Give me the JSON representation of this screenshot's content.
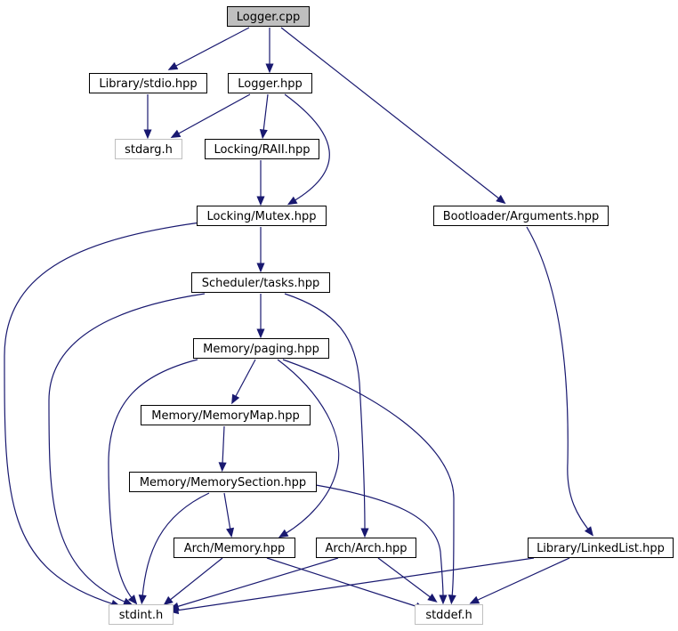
{
  "colors": {
    "edge": "#191970",
    "node_border": "#000000",
    "external_border": "#bfbfbf",
    "root_fill": "#bfbfbf",
    "node_fill": "#ffffff"
  },
  "nodes": [
    {
      "id": "logger_cpp",
      "label": "Logger.cpp",
      "kind": "root"
    },
    {
      "id": "library_stdio",
      "label": "Library/stdio.hpp",
      "kind": "file"
    },
    {
      "id": "logger_hpp",
      "label": "Logger.hpp",
      "kind": "file"
    },
    {
      "id": "stdarg",
      "label": "stdarg.h",
      "kind": "external"
    },
    {
      "id": "locking_raii",
      "label": "Locking/RAII.hpp",
      "kind": "file"
    },
    {
      "id": "locking_mutex",
      "label": "Locking/Mutex.hpp",
      "kind": "file"
    },
    {
      "id": "bootloader_args",
      "label": "Bootloader/Arguments.hpp",
      "kind": "file"
    },
    {
      "id": "scheduler_tasks",
      "label": "Scheduler/tasks.hpp",
      "kind": "file"
    },
    {
      "id": "memory_paging",
      "label": "Memory/paging.hpp",
      "kind": "file"
    },
    {
      "id": "memory_memorymap",
      "label": "Memory/MemoryMap.hpp",
      "kind": "file"
    },
    {
      "id": "memory_memorysection",
      "label": "Memory/MemorySection.hpp",
      "kind": "file"
    },
    {
      "id": "arch_memory",
      "label": "Arch/Memory.hpp",
      "kind": "file"
    },
    {
      "id": "arch_arch",
      "label": "Arch/Arch.hpp",
      "kind": "file"
    },
    {
      "id": "library_linkedlist",
      "label": "Library/LinkedList.hpp",
      "kind": "file"
    },
    {
      "id": "stdint",
      "label": "stdint.h",
      "kind": "external"
    },
    {
      "id": "stddef",
      "label": "stddef.h",
      "kind": "external"
    }
  ],
  "edges": [
    {
      "from": "logger_cpp",
      "to": "library_stdio"
    },
    {
      "from": "logger_cpp",
      "to": "logger_hpp"
    },
    {
      "from": "logger_cpp",
      "to": "bootloader_args"
    },
    {
      "from": "library_stdio",
      "to": "stdarg"
    },
    {
      "from": "logger_hpp",
      "to": "stdarg"
    },
    {
      "from": "logger_hpp",
      "to": "locking_raii"
    },
    {
      "from": "logger_hpp",
      "to": "locking_mutex"
    },
    {
      "from": "locking_raii",
      "to": "locking_mutex"
    },
    {
      "from": "locking_mutex",
      "to": "scheduler_tasks"
    },
    {
      "from": "locking_mutex",
      "to": "stdint"
    },
    {
      "from": "bootloader_args",
      "to": "library_linkedlist"
    },
    {
      "from": "scheduler_tasks",
      "to": "memory_paging"
    },
    {
      "from": "scheduler_tasks",
      "to": "stdint"
    },
    {
      "from": "scheduler_tasks",
      "to": "arch_arch"
    },
    {
      "from": "memory_paging",
      "to": "memory_memorymap"
    },
    {
      "from": "memory_paging",
      "to": "stdint"
    },
    {
      "from": "memory_paging",
      "to": "arch_memory"
    },
    {
      "from": "memory_paging",
      "to": "stddef"
    },
    {
      "from": "memory_memorymap",
      "to": "memory_memorysection"
    },
    {
      "from": "memory_memorysection",
      "to": "arch_memory"
    },
    {
      "from": "memory_memorysection",
      "to": "stdint"
    },
    {
      "from": "memory_memorysection",
      "to": "stddef"
    },
    {
      "from": "arch_memory",
      "to": "stdint"
    },
    {
      "from": "arch_memory",
      "to": "stddef"
    },
    {
      "from": "arch_arch",
      "to": "stdint"
    },
    {
      "from": "arch_arch",
      "to": "stddef"
    },
    {
      "from": "library_linkedlist",
      "to": "stdint"
    },
    {
      "from": "library_linkedlist",
      "to": "stddef"
    }
  ]
}
